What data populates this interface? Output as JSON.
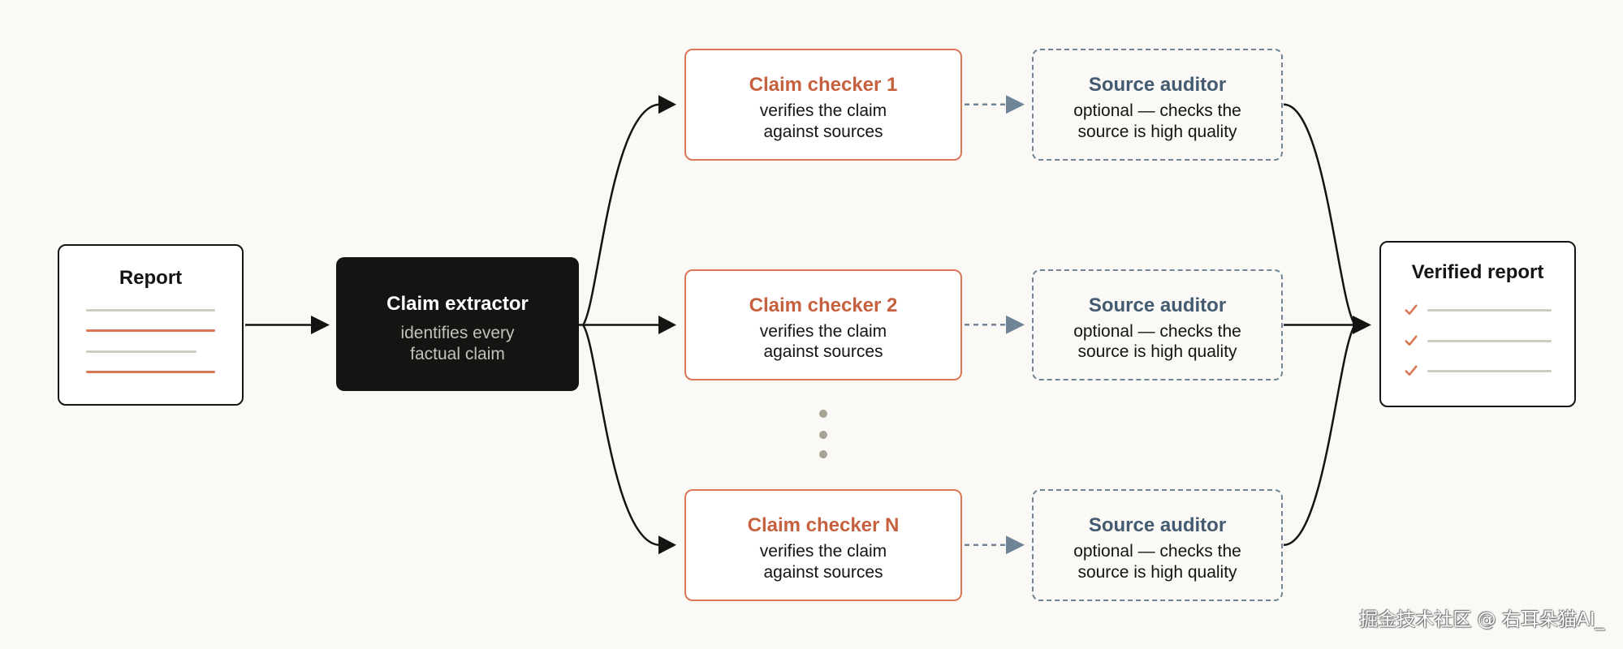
{
  "diagram": {
    "report": {
      "title": "Report"
    },
    "claim_extractor": {
      "title": "Claim extractor",
      "description": [
        "identifies every",
        "factual claim"
      ]
    },
    "claim_checkers": [
      {
        "title": "Claim checker 1",
        "description": [
          "verifies the claim",
          "against sources"
        ]
      },
      {
        "title": "Claim checker 2",
        "description": [
          "verifies the claim",
          "against sources"
        ]
      },
      {
        "title": "Claim checker N",
        "description": [
          "verifies the claim",
          "against sources"
        ]
      }
    ],
    "source_auditors": [
      {
        "title": "Source auditor",
        "description": [
          "optional — checks the",
          "source is high quality"
        ]
      },
      {
        "title": "Source auditor",
        "description": [
          "optional — checks the",
          "source is high quality"
        ]
      },
      {
        "title": "Source auditor",
        "description": [
          "optional — checks the",
          "source is high quality"
        ]
      }
    ],
    "verified_report": {
      "title": "Verified report"
    }
  },
  "icons": {
    "verified_item": "check-icon",
    "more_checkers": "vertical-ellipsis-icon",
    "flow": "arrowhead-icon"
  },
  "watermark": "掘金技术社区 @ 右耳朵猫AI_",
  "colors": {
    "background": "#faf9f5",
    "ink": "#141413",
    "accent": "#d97757",
    "accent_text": "#c6613f",
    "auditor": "#6f8597",
    "auditor_text": "#435a70",
    "muted": "#cfccc2",
    "extractor_text": "#c4c1b8",
    "ellipsis": "#a6a394"
  }
}
